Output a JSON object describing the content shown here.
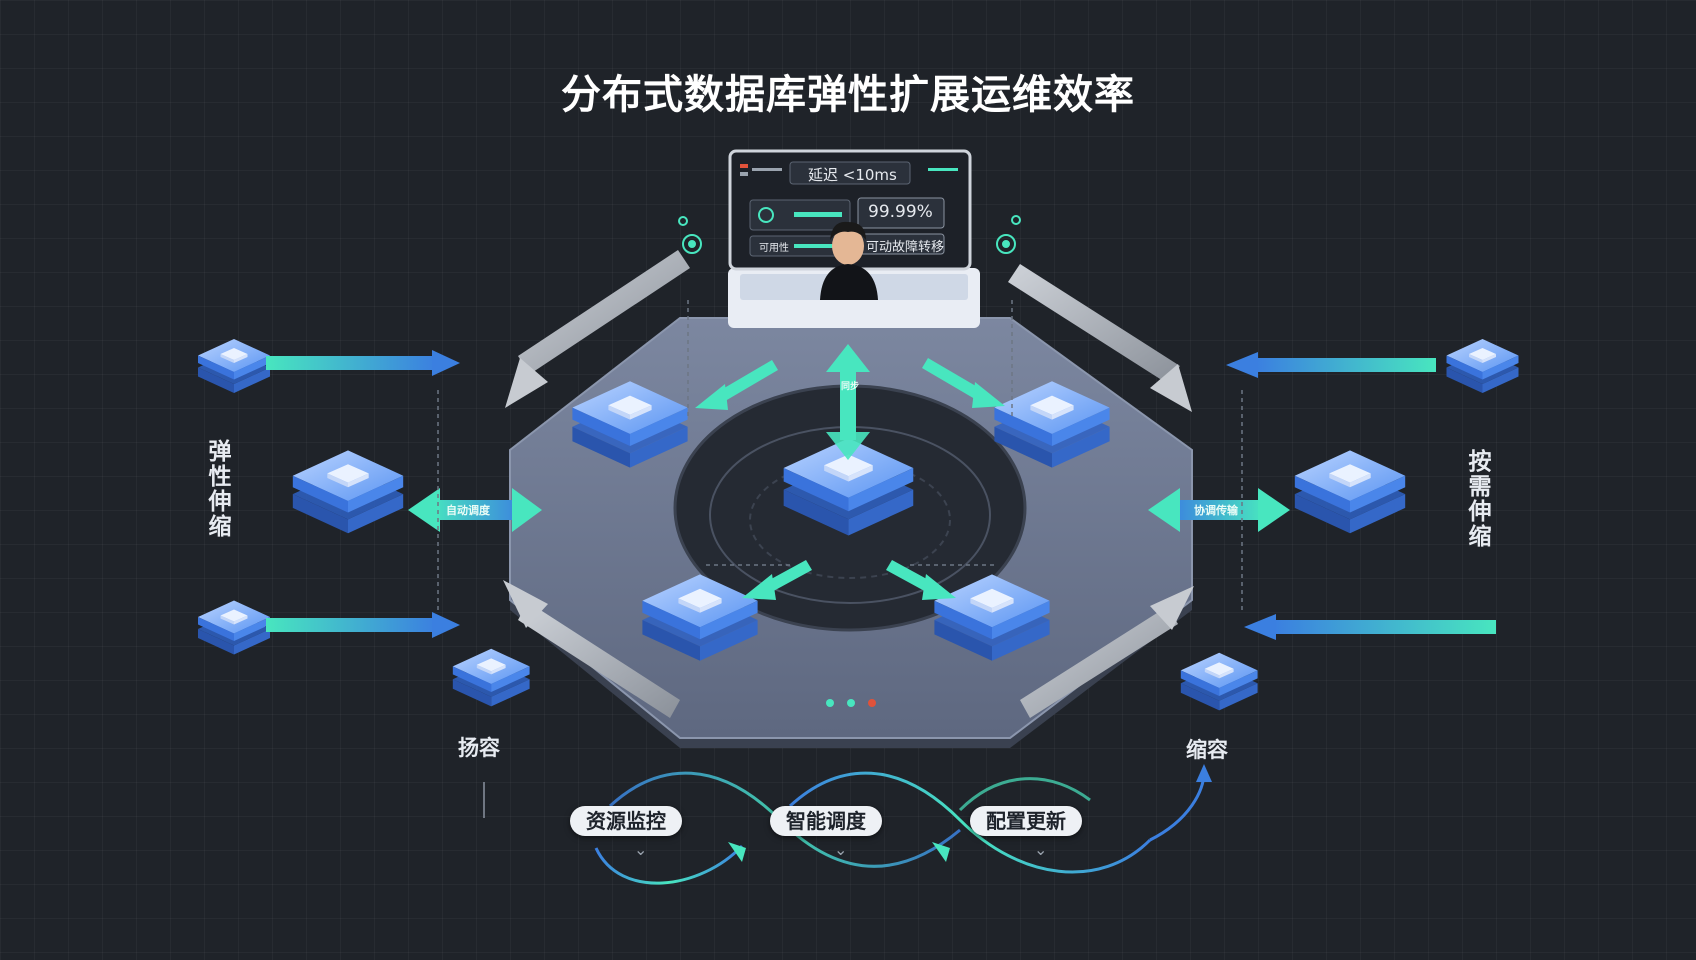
{
  "title": "分布式数据库弹性扩展运维效率",
  "monitor": {
    "latency": "延迟 <10ms",
    "availability_value": "99.99%",
    "availability_label": "可用性",
    "failover": "可动故障转移"
  },
  "side_labels": {
    "left": "弹性伸缩",
    "right": "按需伸缩"
  },
  "node_labels": {
    "scale_out": "扬容",
    "scale_in": "缩容"
  },
  "arrow_tags": {
    "left": "自动调度",
    "right": "协调传输",
    "center": "同步"
  },
  "process_steps": [
    {
      "label": "资源监控"
    },
    {
      "label": "智能调度"
    },
    {
      "label": "配置更新"
    }
  ],
  "colors": {
    "background": "#1f2329",
    "platform": "#6b7690",
    "node_blue": "#3f7fea",
    "teal": "#3fe0b4",
    "indicator_red": "#e0523a"
  }
}
